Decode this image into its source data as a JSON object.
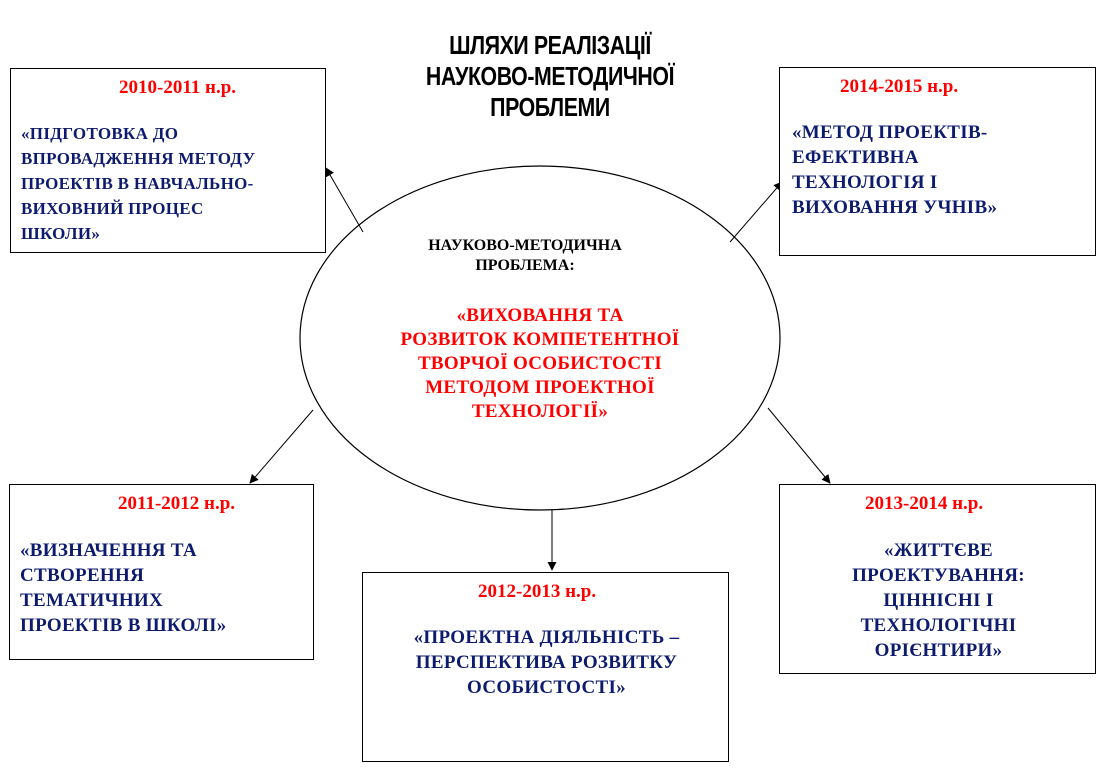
{
  "title": {
    "line1": "ШЛЯХИ РЕАЛІЗАЦІЇ",
    "line2": "НАУКОВО-МЕТОДИЧНОЇ",
    "line3": "ПРОБЛЕМИ"
  },
  "center": {
    "heading": "НАУКОВО-МЕТОДИЧНА\nПРОБЛЕМА:",
    "problem": "«ВИХОВАННЯ ТА\nРОЗВИТОК КОМПЕТЕНТНОЇ\nТВОРЧОЇ ОСОБИСТОСТІ\nМЕТОДОМ ПРОЕКТНОЇ\nТЕХНОЛОГІЇ»"
  },
  "stages": [
    {
      "year": "2010-2011 н.р.",
      "text": "«ПІДГОТОВКА ДО\nВПРОВАДЖЕННЯ МЕТОДУ\nПРОЕКТІВ В НАВЧАЛЬНО-\nВИХОВНИЙ ПРОЦЕС\nШКОЛИ»"
    },
    {
      "year": "2011-2012 н.р.",
      "text": "«ВИЗНАЧЕННЯ ТА\nСТВОРЕННЯ\nТЕМАТИЧНИХ\nПРОЕКТІВ В ШКОЛІ»"
    },
    {
      "year": "2012-2013 н.р.",
      "text": "«ПРОЕКТНА ДІЯЛЬНІСТЬ –\nПЕРСПЕКТИВА РОЗВИТКУ\nОСОБИСТОСТІ»"
    },
    {
      "year": "2013-2014 н.р.",
      "text": "«ЖИТТЄВЕ\nПРОЕКТУВАННЯ:\nЦІННІСНІ І\nТЕХНОЛОГІЧНІ\nОРІЄНТИРИ»"
    },
    {
      "year": "2014-2015 н.р.",
      "text": "«МЕТОД ПРОЕКТІВ-\nЕФЕКТИВНА\nТЕХНОЛОГІЯ І\nВИХОВАННЯ УЧНІВ»"
    }
  ],
  "colors": {
    "year": "#ff0000",
    "text": "#0d1b6e",
    "problem": "#ff0000"
  }
}
